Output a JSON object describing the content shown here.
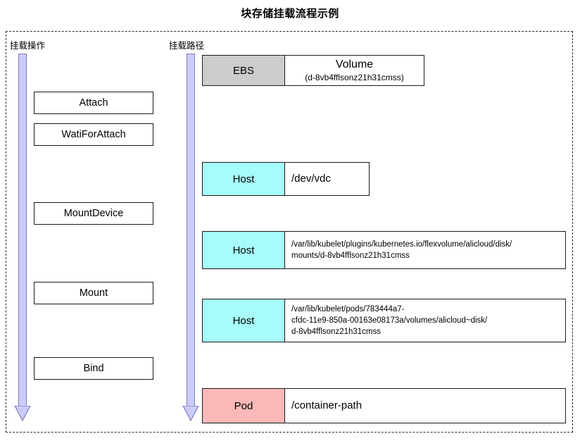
{
  "title": "块存储挂载流程示例",
  "columns": {
    "operation_header": "挂载操作",
    "path_header": "挂载路径"
  },
  "colors": {
    "arrow_fill": "#ccccfa",
    "arrow_stroke": "#7b7bbf",
    "ebs_fill": "#cccccc",
    "host_fill": "#a6fbfb",
    "pod_fill": "#fcb8b8",
    "box_stroke": "#1a1a1a",
    "frame_stroke": "#2b2b2b"
  },
  "operations": [
    {
      "label": "Attach"
    },
    {
      "label": "WatiForAttach"
    },
    {
      "label": "MountDevice"
    },
    {
      "label": "Mount"
    },
    {
      "label": "Bind"
    }
  ],
  "paths": [
    {
      "owner": "EBS",
      "value_main": "Volume",
      "value_sub": "(d-8vb4fflsonz21h31cmss)"
    },
    {
      "owner": "Host",
      "value_main": "/dev/vdc"
    },
    {
      "owner": "Host",
      "line1": "/var/lib/kubelet/plugins/kubernetes.io/flexvolume/alicloud/disk/",
      "line2": "mounts/d-8vb4fflsonz21h31cmss"
    },
    {
      "owner": "Host",
      "line1": "/var/lib/kubelet/pods/783444a7-",
      "line2": "cfdc-11e9-850a-00163e08173a/volumes/alicloud~disk/",
      "line3": "d-8vb4fflsonz21h31cmss"
    },
    {
      "owner": "Pod",
      "value_main": "/container-path"
    }
  ]
}
